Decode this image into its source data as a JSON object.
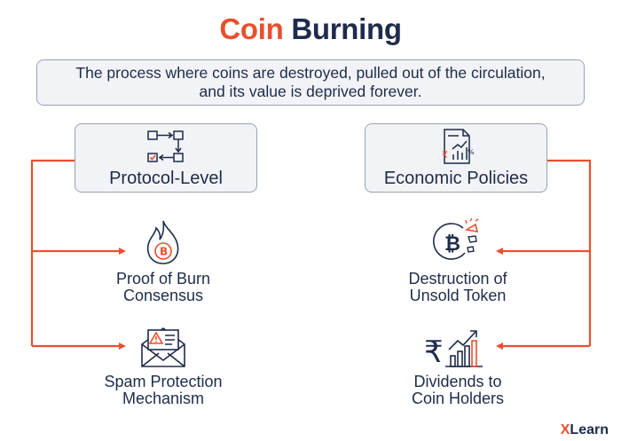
{
  "title": {
    "accent": "Coin",
    "rest": "Burning"
  },
  "description": {
    "line1": "The process where coins are destroyed, pulled out of the circulation,",
    "line2": "and its value is deprived forever."
  },
  "categories": [
    {
      "label": "Protocol-Level",
      "icon": "flowchart-icon"
    },
    {
      "label": "Economic Policies",
      "icon": "report-document-icon"
    }
  ],
  "items": [
    {
      "line1": "Proof of Burn",
      "line2": "Consensus",
      "icon": "flame-bitcoin-icon"
    },
    {
      "line1": "Spam Protection",
      "line2": "Mechanism",
      "icon": "warning-envelope-icon"
    },
    {
      "line1": "Destruction of",
      "line2": "Unsold Token",
      "icon": "broken-bitcoin-icon"
    },
    {
      "line1": "Dividends to",
      "line2": "Coin Holders",
      "icon": "rupee-growth-chart-icon"
    }
  ],
  "logo": {
    "mark": "X",
    "text": "Learn"
  },
  "colors": {
    "accent": "#e8502e",
    "navy": "#1e2b4a",
    "box_fill": "#f2f3f6",
    "box_border": "#9aa3b0"
  }
}
